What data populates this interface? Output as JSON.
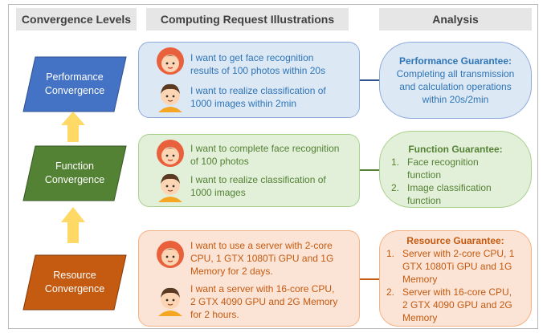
{
  "headers": {
    "levels": "Convergence Levels",
    "requests": "Computing Request Illustrations",
    "analysis": "Analysis"
  },
  "levels": {
    "performance": {
      "line1": "Performance",
      "line2": "Convergence",
      "color": "#4472c4"
    },
    "function": {
      "line1": "Function",
      "line2": "Convergence",
      "color": "#548235"
    },
    "resource": {
      "line1": "Resource",
      "line2": "Convergence",
      "color": "#c55a11"
    }
  },
  "arrow_color": "#ffd966",
  "requests": {
    "performance": {
      "req1_line1": "I want to get  face recognition",
      "req1_line2": "results of 100 photos within 20s",
      "req2_line1": "I want to realize classification of",
      "req2_line2": "1000 images within 2min",
      "text_color": "#2e75b6",
      "fill": "#dde8f5",
      "border": "#8eaadb"
    },
    "function": {
      "req1_line1": "I want to complete face recognition",
      "req1_line2": "of 100 photos",
      "req2_line1": "I want to realize classification of",
      "req2_line2": "1000 images",
      "text_color": "#548235",
      "fill": "#e2efd9",
      "border": "#a9d18e"
    },
    "resource": {
      "req1_line1": "I want to use a server with 2-core",
      "req1_line2": "CPU, 1 GTX 1080Ti GPU and 1G",
      "req1_line3": "Memory for 2 days.",
      "req2_line1": "I want a server with 16-core CPU,",
      "req2_line2": "2 GTX 4090 GPU and 2G Memory",
      "req2_line3": "for 2 hours.",
      "text_color": "#c55a11",
      "fill": "#fbe4d5",
      "border": "#f4b183"
    }
  },
  "analysis": {
    "performance": {
      "title": "Performance Guarantee:",
      "line1": "Completing all transmission",
      "line2": "and calculation operations",
      "line3": "within 20s/2min"
    },
    "function": {
      "title": "Function Guarantee:",
      "items": [
        {
          "num": "1.",
          "text": "Face recognition function"
        },
        {
          "num": "2.",
          "text": "Image classification function"
        }
      ]
    },
    "resource": {
      "title": "Resource Guarantee:",
      "items": [
        {
          "num": "1.",
          "text": "Server with 2-core CPU,  1 GTX 1080Ti GPU and 1G Memory"
        },
        {
          "num": "2.",
          "text": "Server with 16-core CPU, 2 GTX 4090 GPU and 2G Memory"
        }
      ]
    }
  }
}
